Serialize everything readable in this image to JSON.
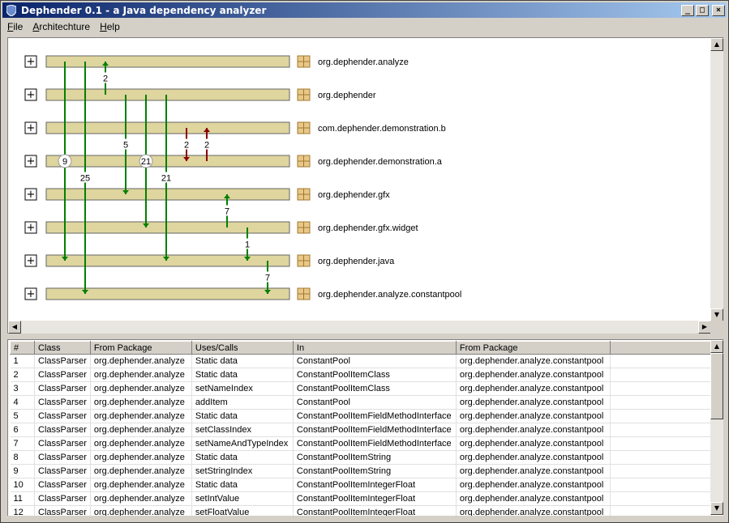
{
  "window": {
    "title": "Dephender 0.1 - a Java dependency analyzer",
    "controls": [
      "minimize",
      "maximize",
      "close"
    ]
  },
  "menu": {
    "items": [
      {
        "label": "File",
        "mnemonic": "F",
        "rest": "ile"
      },
      {
        "label": "Architechture",
        "mnemonic": "A",
        "rest": "rchitechture"
      },
      {
        "label": "Help",
        "mnemonic": "H",
        "rest": "elp"
      }
    ]
  },
  "graph": {
    "packages": [
      "org.dephender.analyze",
      "org.dephender",
      "com.dephender.demonstration.b",
      "org.dephender.demonstration.a",
      "org.dephender.gfx",
      "org.dephender.gfx.widget",
      "org.dephender.java",
      "org.dephender.analyze.constantpool"
    ],
    "expand_symbol": "+",
    "colors": {
      "bar": "#dfd59e",
      "forward_arrow": "#008000",
      "back_arrow": "#8b0000",
      "package_icon": "#c8a860"
    },
    "dependencies": [
      {
        "from": 0,
        "to": 6,
        "count": "9",
        "direction": "down",
        "color": "forward",
        "label_style": "circle"
      },
      {
        "from": 0,
        "to": 7,
        "count": "25",
        "direction": "down",
        "color": "forward",
        "label_style": "plain"
      },
      {
        "from": 1,
        "to": 0,
        "count": "2",
        "direction": "up",
        "color": "forward",
        "label_style": "plain"
      },
      {
        "from": 1,
        "to": 4,
        "count": "5",
        "direction": "down",
        "color": "forward",
        "label_style": "plain"
      },
      {
        "from": 1,
        "to": 5,
        "count": "21",
        "direction": "down",
        "color": "forward",
        "label_style": "circle"
      },
      {
        "from": 1,
        "to": 6,
        "count": "21",
        "direction": "down",
        "color": "forward",
        "label_style": "plain"
      },
      {
        "from": 2,
        "to": 3,
        "count": "2",
        "direction": "down",
        "color": "back",
        "label_style": "plain"
      },
      {
        "from": 3,
        "to": 2,
        "count": "2",
        "direction": "up",
        "color": "back",
        "label_style": "plain"
      },
      {
        "from": 5,
        "to": 4,
        "count": "7",
        "direction": "up",
        "color": "forward",
        "label_style": "plain"
      },
      {
        "from": 5,
        "to": 6,
        "count": "1",
        "direction": "down",
        "color": "forward",
        "label_style": "plain"
      },
      {
        "from": 6,
        "to": 7,
        "count": "7",
        "direction": "down",
        "color": "forward",
        "label_style": "plain"
      }
    ]
  },
  "table": {
    "columns": [
      "#",
      "Class",
      "From Package",
      "Uses/Calls",
      "In",
      "From Package"
    ],
    "rows": [
      [
        "1",
        "ClassParser",
        "org.dephender.analyze",
        "Static data",
        "ConstantPool",
        "org.dephender.analyze.constantpool"
      ],
      [
        "2",
        "ClassParser",
        "org.dephender.analyze",
        "Static data",
        "ConstantPoolItemClass",
        "org.dephender.analyze.constantpool"
      ],
      [
        "3",
        "ClassParser",
        "org.dephender.analyze",
        "setNameIndex",
        "ConstantPoolItemClass",
        "org.dephender.analyze.constantpool"
      ],
      [
        "4",
        "ClassParser",
        "org.dephender.analyze",
        "addItem",
        "ConstantPool",
        "org.dephender.analyze.constantpool"
      ],
      [
        "5",
        "ClassParser",
        "org.dephender.analyze",
        "Static data",
        "ConstantPoolItemFieldMethodInterface",
        "org.dephender.analyze.constantpool"
      ],
      [
        "6",
        "ClassParser",
        "org.dephender.analyze",
        "setClassIndex",
        "ConstantPoolItemFieldMethodInterface",
        "org.dephender.analyze.constantpool"
      ],
      [
        "7",
        "ClassParser",
        "org.dephender.analyze",
        "setNameAndTypeIndex",
        "ConstantPoolItemFieldMethodInterface",
        "org.dephender.analyze.constantpool"
      ],
      [
        "8",
        "ClassParser",
        "org.dephender.analyze",
        "Static data",
        "ConstantPoolItemString",
        "org.dephender.analyze.constantpool"
      ],
      [
        "9",
        "ClassParser",
        "org.dephender.analyze",
        "setStringIndex",
        "ConstantPoolItemString",
        "org.dephender.analyze.constantpool"
      ],
      [
        "10",
        "ClassParser",
        "org.dephender.analyze",
        "Static data",
        "ConstantPoolItemIntegerFloat",
        "org.dephender.analyze.constantpool"
      ],
      [
        "11",
        "ClassParser",
        "org.dephender.analyze",
        "setIntValue",
        "ConstantPoolItemIntegerFloat",
        "org.dephender.analyze.constantpool"
      ],
      [
        "12",
        "ClassParser",
        "org.dephender.analyze",
        "setFloatValue",
        "ConstantPoolItemIntegerFloat",
        "org.dephender.analyze.constantpool"
      ]
    ]
  }
}
